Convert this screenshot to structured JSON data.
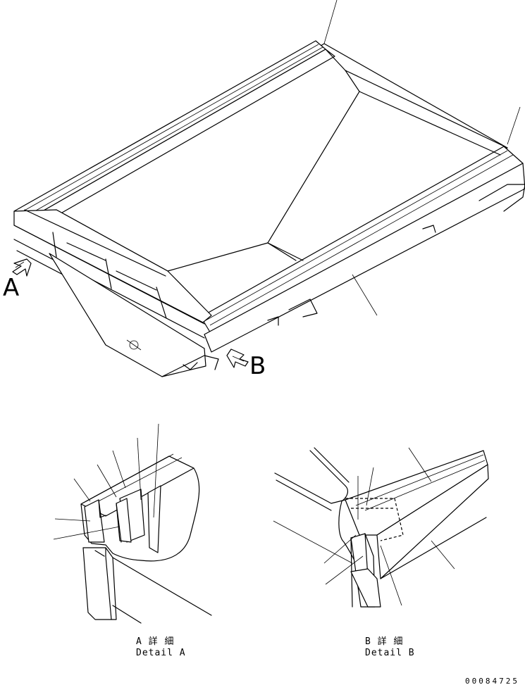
{
  "views": {
    "view_a": {
      "letter": "A"
    },
    "view_b": {
      "letter": "B"
    }
  },
  "details": {
    "a": {
      "title": "A 詳 細",
      "subtitle": "Detail A"
    },
    "b": {
      "title": "B 詳 細",
      "subtitle": "Detail B"
    }
  },
  "drawing_number": "00084725"
}
